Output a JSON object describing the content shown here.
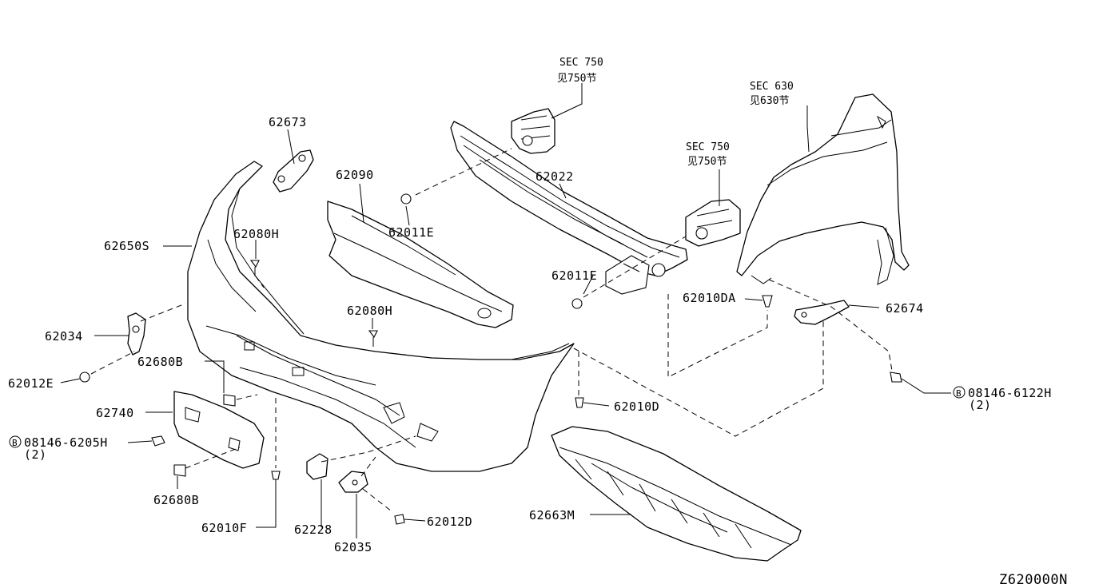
{
  "diagram_code": "Z620000N",
  "references": {
    "sec750_top": {
      "line1": "SEC 750",
      "line2": "见750节"
    },
    "sec750_mid": {
      "line1": "SEC 750",
      "line2": "见750节"
    },
    "sec630": {
      "line1": "SEC 630",
      "line2": "见630节"
    }
  },
  "callouts": {
    "p62673": "62673",
    "p62090": "62090",
    "p62022": "62022",
    "p62011E_a": "62011E",
    "p62011E_b": "62011E",
    "p62650S": "62650S",
    "p62080H_a": "62080H",
    "p62080H_b": "62080H",
    "p62034": "62034",
    "p62012E": "62012E",
    "p62680B_a": "62680B",
    "p62680B_b": "62680B",
    "p62740": "62740",
    "p08146_6205H": {
      "circle": "B",
      "code": "08146-6205H",
      "qty": "(2)"
    },
    "p62010F": "62010F",
    "p62228": "62228",
    "p62035": "62035",
    "p62012D": "62012D",
    "p62010D": "62010D",
    "p62010DA": "62010DA",
    "p62674": "62674",
    "p08146_6122H": {
      "circle": "B",
      "code": "08146-6122H",
      "qty": "(2)"
    },
    "p62663M": "62663M"
  }
}
